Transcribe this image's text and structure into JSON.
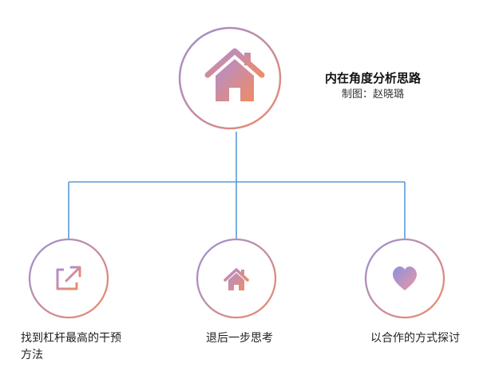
{
  "header": {
    "title": "内在角度分析思路",
    "credit": "制图：赵晓璐"
  },
  "root": {
    "icon": "house-icon"
  },
  "branches": [
    {
      "icon": "external-link-icon",
      "label": "找到杠杆最高的干预方法"
    },
    {
      "icon": "house-icon",
      "label": "退后一步思考"
    },
    {
      "icon": "heart-icon",
      "label": "以合作的方式探讨"
    }
  ],
  "colors": {
    "gradient_start": "#9b8fd6",
    "gradient_end": "#ee8a6a",
    "connector": "#5b9bd5"
  }
}
